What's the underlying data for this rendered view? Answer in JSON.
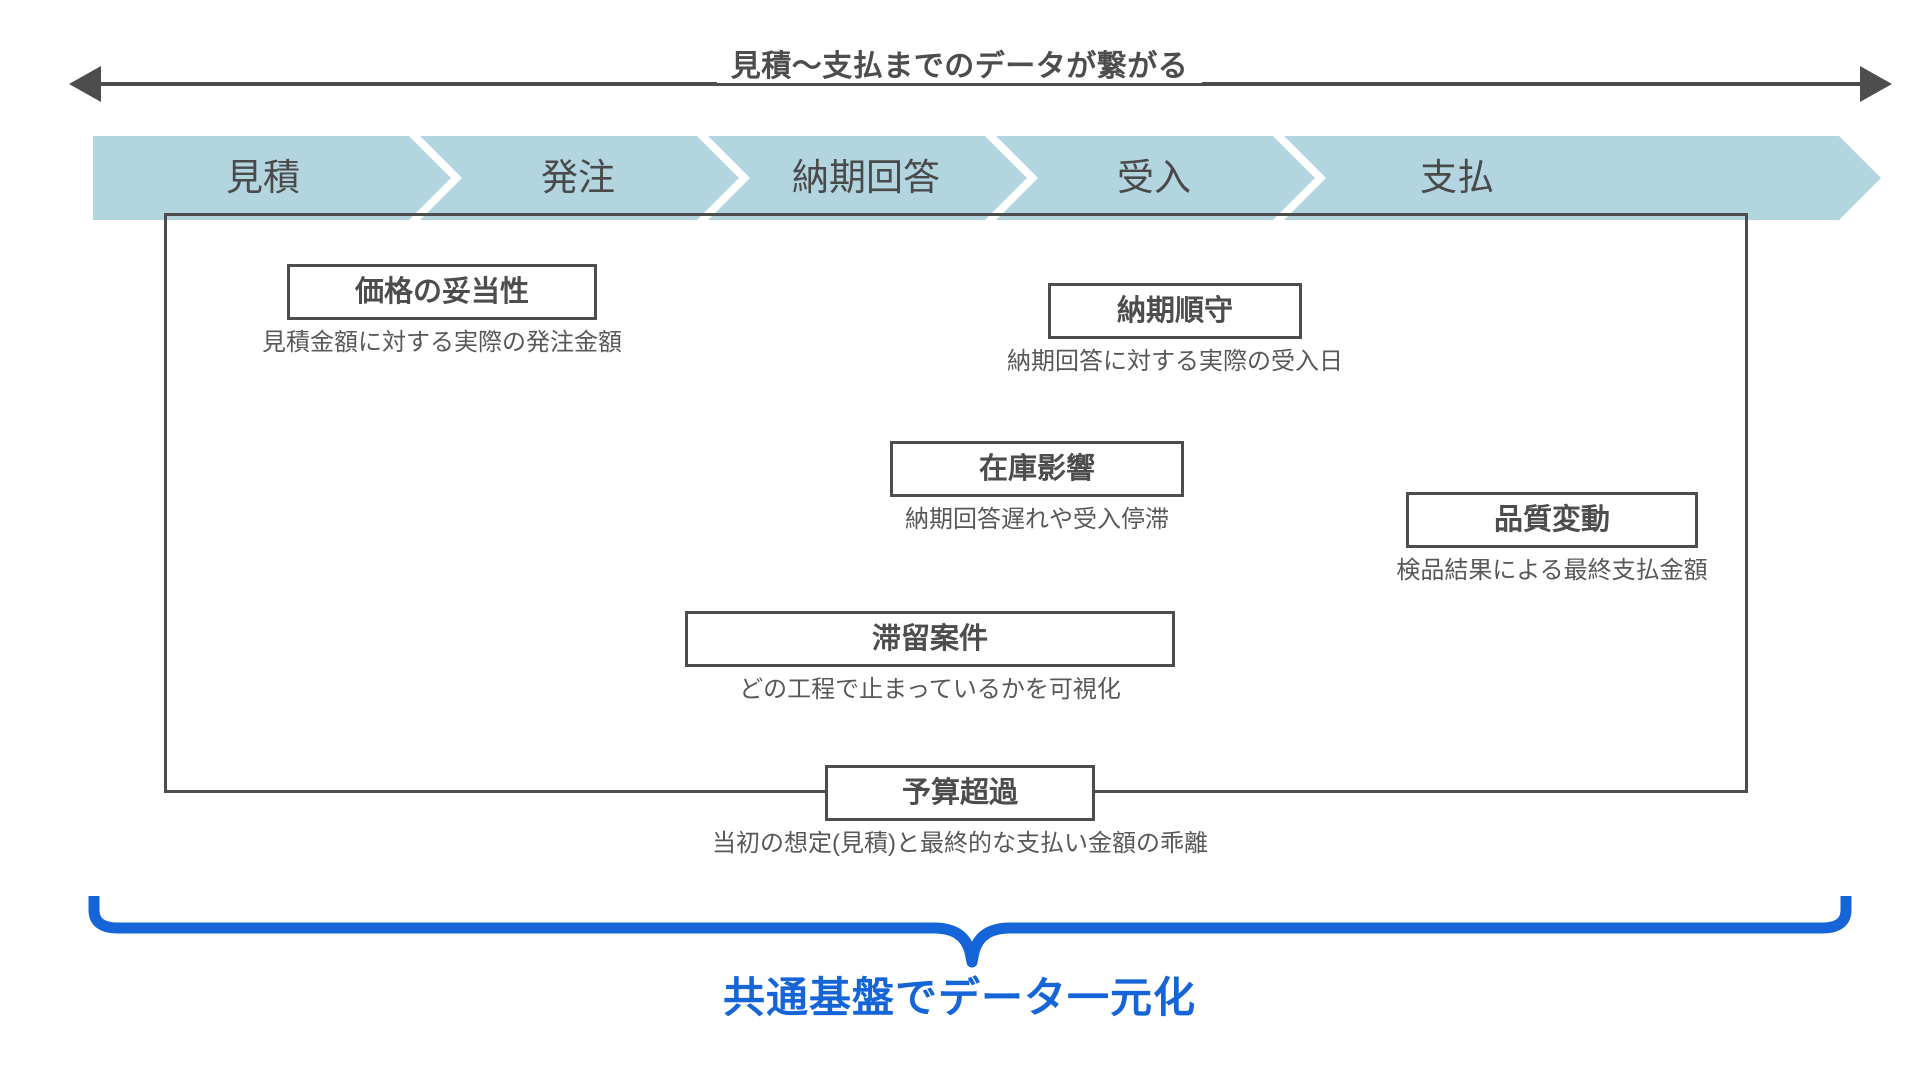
{
  "span": {
    "label": "見積〜支払までのデータが繋がる",
    "arrow_color": "#4d4d4d",
    "direction": "both"
  },
  "process_band": {
    "fill_color": "#b3d5e0",
    "text_color": "#4a4a4a",
    "steps": [
      {
        "label": "見積"
      },
      {
        "label": "発注"
      },
      {
        "label": "納期回答"
      },
      {
        "label": "受入"
      },
      {
        "label": "支払"
      }
    ]
  },
  "metrics": [
    {
      "title": "価格の妥当性",
      "caption": "見積金額に対する実際の発注金額"
    },
    {
      "title": "納期順守",
      "caption": "納期回答に対する実際の受入日"
    },
    {
      "title": "在庫影響",
      "caption": "納期回答遅れや受入停滞"
    },
    {
      "title": "品質変動",
      "caption": "検品結果による最終支払金額"
    },
    {
      "title": "滞留案件",
      "caption": "どの工程で止まっているかを可視化"
    },
    {
      "title": "予算超過",
      "caption": "当初の想定(見積)と最終的な支払い金額の乖離"
    }
  ],
  "footer": {
    "label": "共通基盤でデータ一元化",
    "accent_color": "#1565d8"
  },
  "colors": {
    "band_fill": "#b3d5e0",
    "line_dark": "#4d4d4d",
    "caption_gray": "#585858",
    "blue_accent": "#1565d8",
    "background": "#ffffff"
  }
}
